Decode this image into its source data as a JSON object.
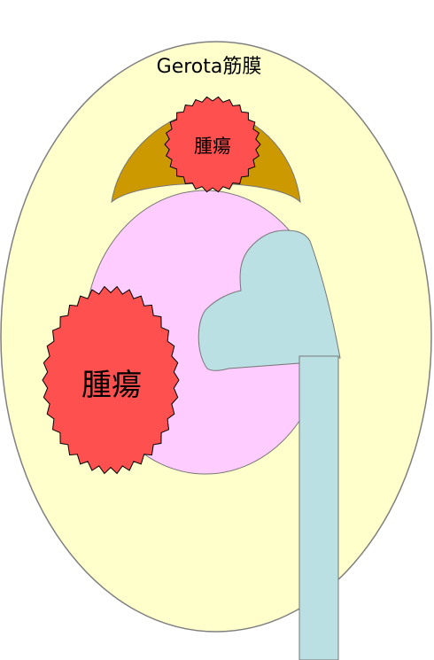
{
  "labels": {
    "fascia": "Gerota筋膜",
    "tumor_small": "腫瘍",
    "tumor_large": "腫瘍"
  },
  "colors": {
    "fascia_fill": "#FFFFCC",
    "kidney_fill": "#FFCCFF",
    "cap_fill": "#CC9900",
    "tumor_fill": "#FF5050",
    "pelvis_fill": "#BBE0E3",
    "outline": "#000000",
    "soft_outline": "#777777"
  }
}
